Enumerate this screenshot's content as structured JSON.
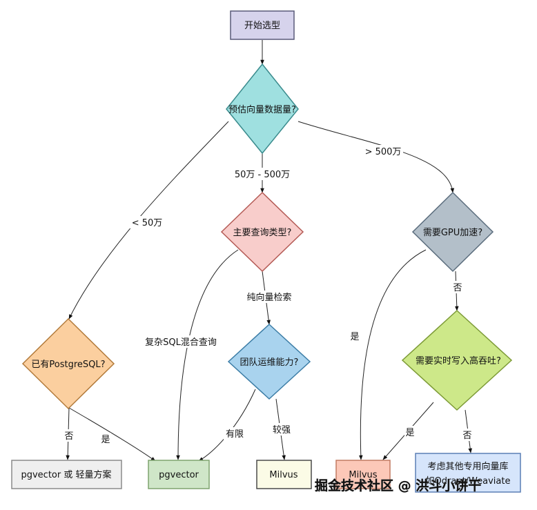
{
  "nodes": {
    "start": {
      "text": "开始选型",
      "fill": "#d6d3ec",
      "stroke": "#585a78"
    },
    "volume": {
      "text": "预估向量数据量?",
      "fill": "#9fe0e0",
      "stroke": "#3a8b8d"
    },
    "query_type": {
      "text": "主要查询类型?",
      "fill": "#f8cdcb",
      "stroke": "#b45a55"
    },
    "gpu": {
      "text": "需要GPU加速?",
      "fill": "#b3bfc9",
      "stroke": "#5b6d7d"
    },
    "has_pg": {
      "text": "已有PostgreSQL?",
      "fill": "#fbcf9f",
      "stroke": "#b27a3a"
    },
    "ops": {
      "text": "团队运维能力?",
      "fill": "#a9d3ee",
      "stroke": "#3c7da6"
    },
    "realtime": {
      "text": "需要实时写入高吞吐?",
      "fill": "#cde889",
      "stroke": "#7c9a36"
    },
    "pg_lite": {
      "text": "pgvector 或 轻量方案",
      "fill": "#efefef",
      "stroke": "#8a8a8a"
    },
    "pgvector": {
      "text": "pgvector",
      "fill": "#cfe6c8",
      "stroke": "#7fa36f"
    },
    "milvus_a": {
      "text": "Milvus",
      "fill": "#fbfbe6",
      "stroke": "#4a4a4a"
    },
    "milvus_b": {
      "text": "Milvus",
      "fill": "#fcc8b8",
      "stroke": "#c27a62"
    },
    "other": {
      "line1": "考虑其他专用向量库",
      "line2": "如Qdrant/Weaviate",
      "fill": "#d6e5fb",
      "stroke": "#5a7fb5"
    }
  },
  "edges": {
    "lt50": "< 50万",
    "mid": "50万 - 500万",
    "gt500": "> 500万",
    "no_a": "否",
    "yes_a": "是",
    "complex_sql": "复杂SQL混合查询",
    "pure_vector": "纯向量检索",
    "limited": "有限",
    "strong": "较强",
    "yes_b": "是",
    "no_b": "否",
    "yes_c": "是",
    "no_c": "否"
  },
  "watermark": "掘金技术社区 @ 洪斗小饼干"
}
